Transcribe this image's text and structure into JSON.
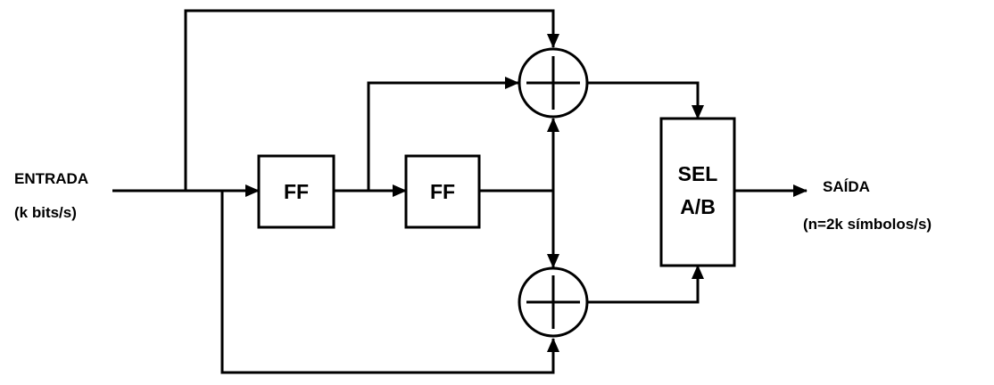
{
  "input": {
    "label": "ENTRADA",
    "rate": "(k bits/s)"
  },
  "output": {
    "label": "SAÍDA",
    "rate": "(n=2k símbolos/s)"
  },
  "blocks": {
    "ff1": "FF",
    "ff2": "FF",
    "selector_line1": "SEL",
    "selector_line2": "A/B"
  },
  "colors": {
    "line": "#000000",
    "background": "#ffffff"
  }
}
